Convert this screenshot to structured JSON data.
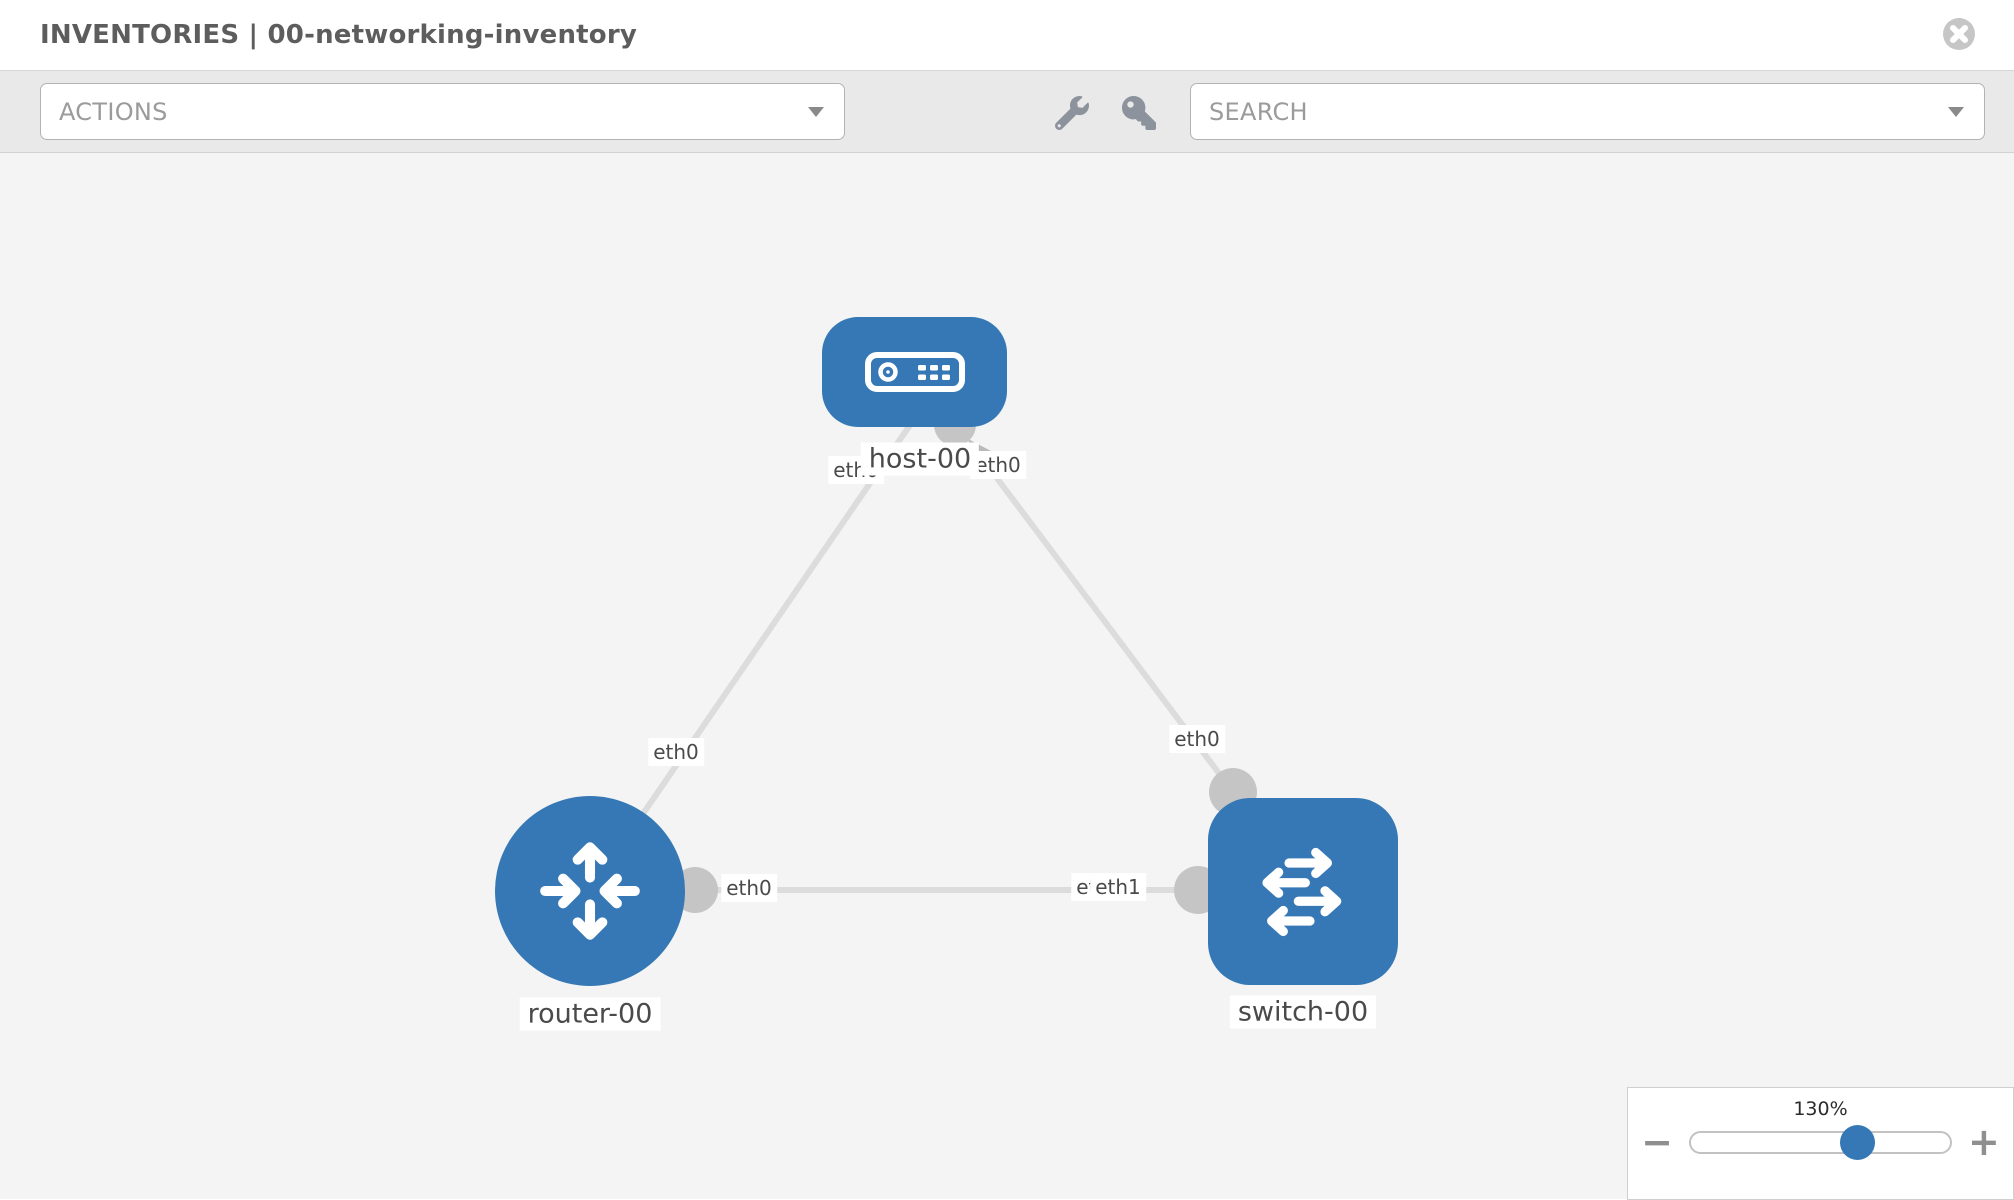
{
  "header": {
    "title": "INVENTORIES | 00-networking-inventory"
  },
  "toolbar": {
    "actions_label": "ACTIONS",
    "search_label": "SEARCH"
  },
  "canvas": {
    "nodes": [
      {
        "label": "host-00",
        "type": "host"
      },
      {
        "label": "router-00",
        "type": "router"
      },
      {
        "label": "switch-00",
        "type": "switch"
      }
    ],
    "interfaces": {
      "host_left": "eth0",
      "host_right": "eth0",
      "link_router_host": "eth0",
      "link_switch_host": "eth0",
      "router_right": "eth0",
      "switch_left_back": "eth0",
      "switch_left_front": "eth1"
    }
  },
  "zoom": {
    "level": "130%",
    "minus": "−",
    "plus": "+"
  },
  "colors": {
    "node_blue": "#3578b5",
    "link_gray": "#dcdcdc",
    "port_gray": "#c5c5c5",
    "toolbar_gray": "#e9e9e9",
    "canvas_gray": "#f4f4f4"
  }
}
